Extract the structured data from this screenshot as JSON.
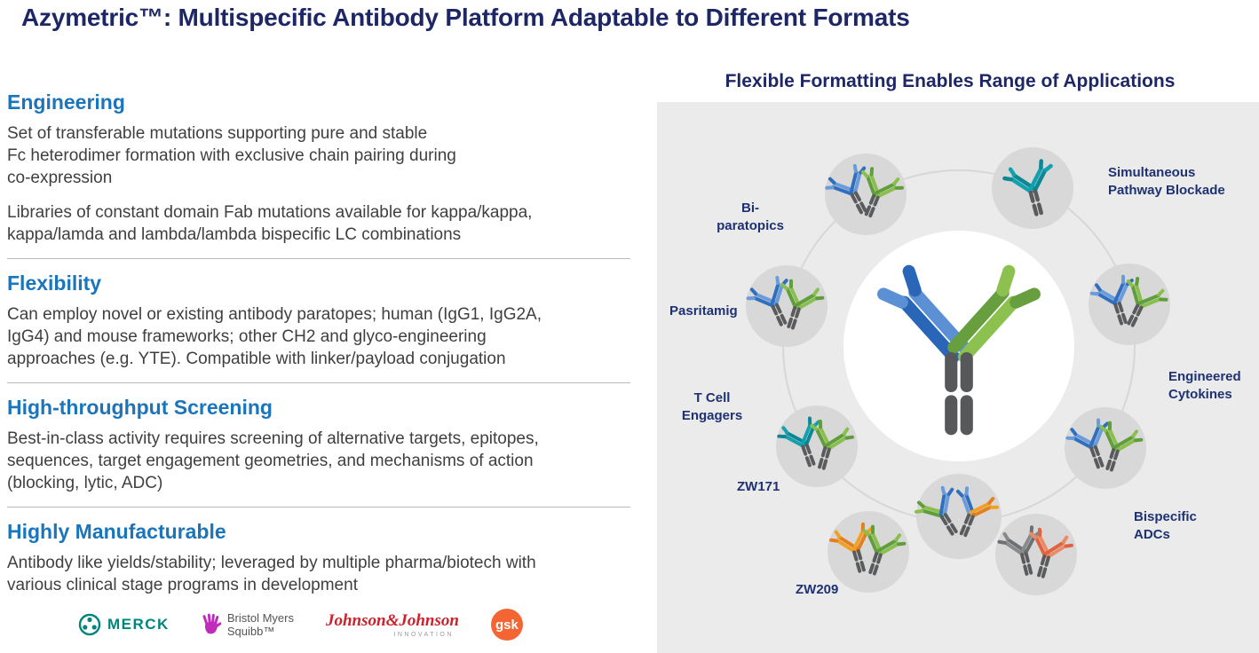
{
  "slide": {
    "title": "Azymetric™: Multispecific Antibody Platform Adaptable to Different Formats"
  },
  "sections": [
    {
      "heading": "Engineering",
      "paragraphs": [
        "Set of transferable mutations supporting pure and stable\nFc heterodimer formation with exclusive chain pairing during\nco-expression",
        "Libraries of constant domain Fab mutations available for kappa/kappa,\nkappa/lamda and lambda/lambda bispecific LC combinations"
      ]
    },
    {
      "heading": "Flexibility",
      "paragraphs": [
        "Can employ novel or existing antibody paratopes; human (IgG1, IgG2A,\nIgG4) and mouse frameworks; other CH2 and glyco-engineering\napproaches (e.g. YTE). Compatible with linker/payload conjugation"
      ]
    },
    {
      "heading": "High-throughput Screening",
      "paragraphs": [
        "Best-in-class activity requires screening of alternative targets, epitopes,\nsequences, target engagement geometries, and mechanisms of action\n(blocking, lytic, ADC)"
      ]
    },
    {
      "heading": "Highly Manufacturable",
      "paragraphs": [
        "Antibody like yields/stability; leveraged by multiple pharma/biotech with\nvarious clinical stage programs in development"
      ]
    }
  ],
  "logos": {
    "merck": "MERCK",
    "bms_line1": "Bristol Myers",
    "bms_line2": "Squibb™",
    "jnj": "Johnson&Johnson",
    "jnj_sub": "INNOVATION",
    "gsk": "gsk"
  },
  "diagram": {
    "heading": "Flexible Formatting Enables Range of Applications",
    "labels": {
      "bi_paratopics": [
        "Bi-",
        "paratopics"
      ],
      "simultaneous": [
        "Simultaneous",
        "Pathway Blockade"
      ],
      "pasritamig": "Pasritamig",
      "t_cell_engagers": [
        "T Cell",
        "Engagers"
      ],
      "zw171": "ZW171",
      "zw209": "ZW209",
      "engineered_cytokines": [
        "Engineered",
        "Cytokines"
      ],
      "bispecific_adcs": [
        "Bispecific",
        "ADCs"
      ]
    },
    "center_antibody": {
      "colors": [
        "#2a66b8",
        "#5b90d4",
        "#679f3e",
        "#8cc14f"
      ],
      "stem": "#57585a",
      "rotation": 0
    },
    "nodes": [
      {
        "name": "top-left",
        "glyphs": [
          {
            "colors": [
              "#2f6fc0",
              "#6b9bd8",
              "#2f6fc0",
              "#6b9bd8"
            ],
            "stem": "#5a5b5d",
            "rotation": -28
          },
          {
            "colors": [
              "#5f9e3b",
              "#8abf4e",
              "#5f9e3b",
              "#8abf4e"
            ],
            "stem": "#5a5b5d",
            "rotation": 22
          }
        ]
      },
      {
        "name": "top",
        "glyphs": [
          {
            "colors": [
              "#11a1af",
              "#0c8793",
              "#11a1af",
              "#0c8793"
            ],
            "stem": "#5a5b5d",
            "rotation": -15
          }
        ]
      },
      {
        "name": "left",
        "glyphs": [
          {
            "colors": [
              "#2f6fc0",
              "#6b9bd8",
              "#2f6fc0",
              "#6b9bd8"
            ],
            "stem": "#5a5b5d",
            "rotation": -25
          },
          {
            "colors": [
              "#5f9e3b",
              "#8abf4e",
              "#5f9e3b",
              "#8abf4e"
            ],
            "stem": "#5a5b5d",
            "rotation": 18
          }
        ]
      },
      {
        "name": "right",
        "glyphs": [
          {
            "colors": [
              "#2f6fc0",
              "#6b9bd8",
              "#2f6fc0",
              "#6b9bd8"
            ],
            "stem": "#5a5b5d",
            "rotation": -18
          },
          {
            "colors": [
              "#5f9e3b",
              "#8abf4e",
              "#5f9e3b",
              "#8abf4e"
            ],
            "stem": "#5a5b5d",
            "rotation": 26
          }
        ]
      },
      {
        "name": "mid-left",
        "glyphs": [
          {
            "colors": [
              "#11a1af",
              "#0c8793",
              "#11a1af",
              "#0c8793"
            ],
            "stem": "#5a5b5d",
            "rotation": -20
          },
          {
            "colors": [
              "#5f9e3b",
              "#8abf4e",
              "#5f9e3b",
              "#8abf4e"
            ],
            "stem": "#5a5b5d",
            "rotation": 16
          }
        ]
      },
      {
        "name": "mid-right",
        "glyphs": [
          {
            "colors": [
              "#2f6fc0",
              "#6b9bd8",
              "#2f6fc0",
              "#6b9bd8"
            ],
            "stem": "#5a5b5d",
            "rotation": -20
          },
          {
            "colors": [
              "#5f9e3b",
              "#8abf4e",
              "#5f9e3b",
              "#8abf4e"
            ],
            "stem": "#5a5b5d",
            "rotation": 18
          }
        ]
      },
      {
        "name": "bottom-left",
        "glyphs": [
          {
            "colors": [
              "#f2a024",
              "#e2801f",
              "#f2a024",
              "#e2801f"
            ],
            "stem": "#5a5b5d",
            "rotation": -16
          },
          {
            "colors": [
              "#5f9e3b",
              "#8abf4e",
              "#5f9e3b",
              "#8abf4e"
            ],
            "stem": "#5a5b5d",
            "rotation": 18
          }
        ]
      },
      {
        "name": "bottom-center",
        "glyphs": [
          {
            "colors": [
              "#5f9e3b",
              "#8abf4e",
              "#2f6fc0",
              "#6b9bd8"
            ],
            "stem": "#5a5b5d",
            "rotation": -32
          },
          {
            "colors": [
              "#6b9bd8",
              "#2f6fc0",
              "#f2a024",
              "#e2801f"
            ],
            "stem": "#5a5b5d",
            "rotation": 22
          }
        ]
      },
      {
        "name": "bottom-right",
        "glyphs": [
          {
            "colors": [
              "#87898b",
              "#6d6f71",
              "#87898b",
              "#6d6f71"
            ],
            "stem": "#5a5b5d",
            "rotation": -14
          },
          {
            "colors": [
              "#e0623f",
              "#eb8a67",
              "#e0623f",
              "#eb8a67"
            ],
            "stem": "#5a5b5d",
            "rotation": 16
          }
        ]
      }
    ],
    "colors": {
      "panel": "#ebebec",
      "node_circle": "#d8d8d8",
      "ring": "#d7d7d7",
      "center_circle": "#ffffff",
      "label": "#1e3272"
    }
  },
  "palette": {
    "title": "#1e2766",
    "section_heading": "#1b75bb",
    "body": "#3f3f3f",
    "divider": "#b9b9b9"
  }
}
